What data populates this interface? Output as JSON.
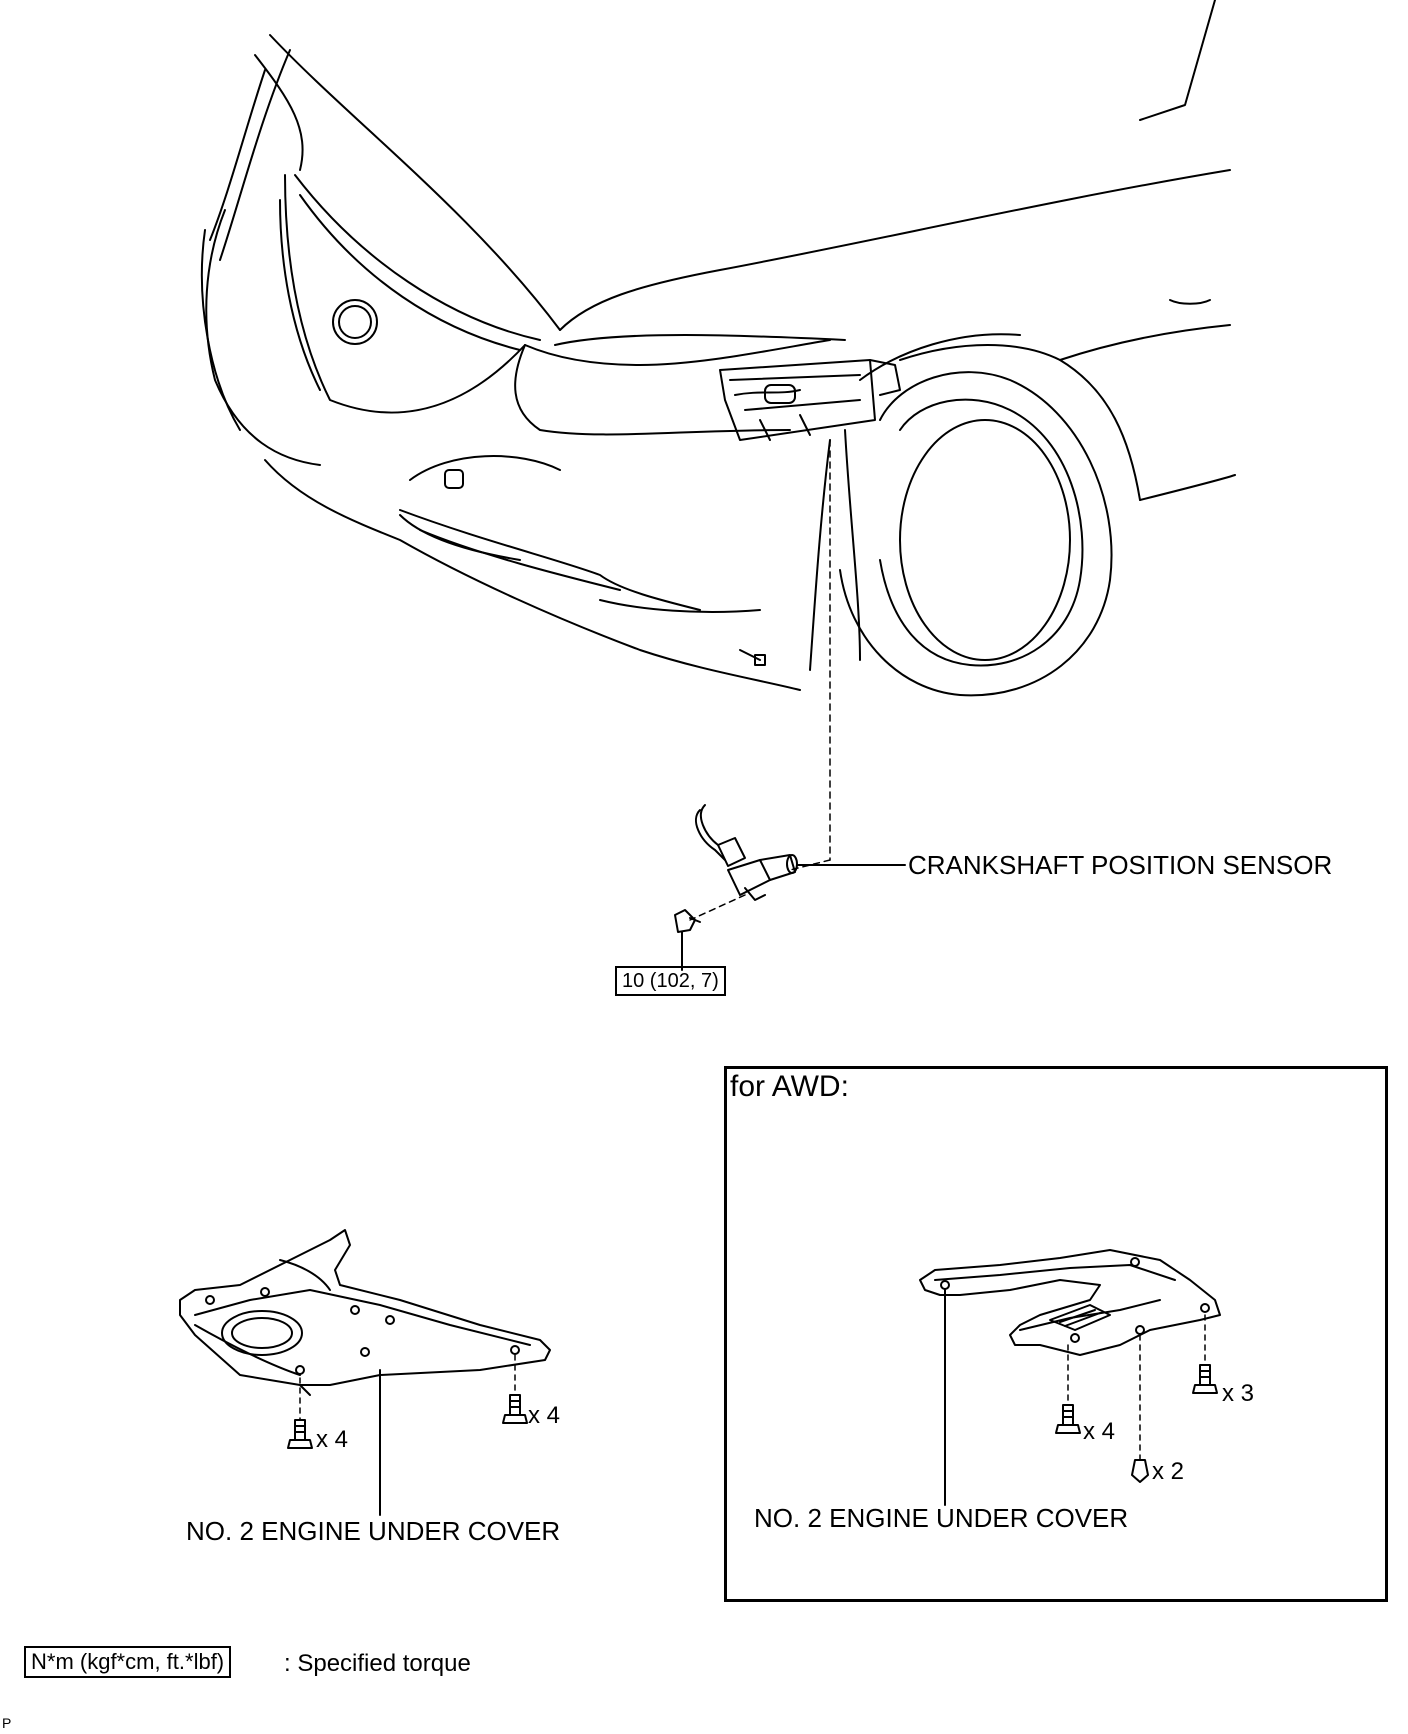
{
  "labels": {
    "crankshaft_sensor": "CRANKSHAFT POSITION SENSOR",
    "torque_value": "10 (102, 7)",
    "awd_title": "for AWD:",
    "under_cover_left": "NO. 2 ENGINE UNDER COVER",
    "under_cover_right": "NO. 2 ENGINE UNDER COVER",
    "qty_left_a": "x 4",
    "qty_left_b": "x 4",
    "qty_right_bolts": "x 4",
    "qty_right_clips": "x 2",
    "qty_right_bolts_b": "x 3",
    "legend_box": "N*m (kgf*cm, ft.*lbf)",
    "legend_text": ": Specified torque",
    "corner_mark": "P"
  }
}
